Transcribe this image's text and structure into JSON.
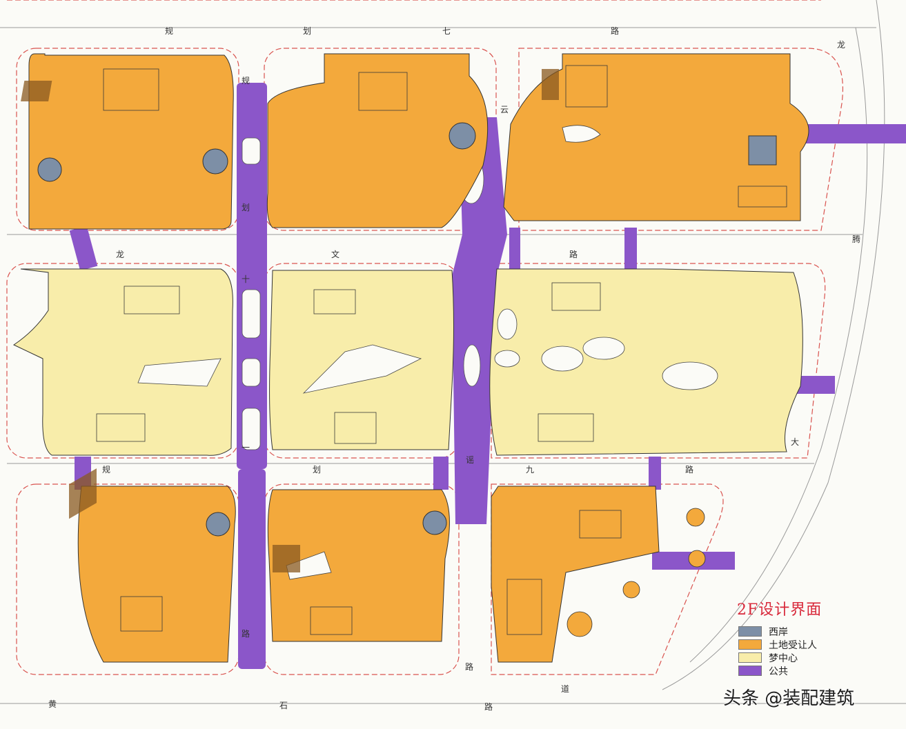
{
  "colors": {
    "landowner": "#f3a93c",
    "dream_center": "#f8edaa",
    "public": "#8b56c9",
    "west_bank": "#7d8fa6",
    "road": "#fbfbf7",
    "boundary": "#d9534f"
  },
  "road_labels": {
    "top_1": "规",
    "top_2": "划",
    "top_3": "七",
    "top_4": "路",
    "top_5": "龙",
    "v1_1": "规",
    "v1_2": "划",
    "v1_3": "十",
    "v1_4": "一",
    "v1_5": "路",
    "mid1_1": "龙",
    "mid1_2": "文",
    "mid1_3": "路",
    "v2_1": "云",
    "v2_2": "谣",
    "v2_3": "路",
    "mid2_1": "规",
    "mid2_2": "划",
    "mid2_3": "九",
    "mid2_4": "路",
    "right_1": "腾",
    "right_2": "大",
    "right_3": "道",
    "bottom_1": "黄",
    "bottom_2": "石",
    "bottom_3": "路"
  },
  "legend": {
    "title": "2F设计界面",
    "items": [
      {
        "label": "西岸",
        "color": "#7d8fa6"
      },
      {
        "label": "土地受让人",
        "color": "#f3a93c"
      },
      {
        "label": "梦中心",
        "color": "#f8edaa"
      },
      {
        "label": "公共",
        "color": "#8b56c9"
      }
    ]
  },
  "watermark": "头条 @装配建筑"
}
